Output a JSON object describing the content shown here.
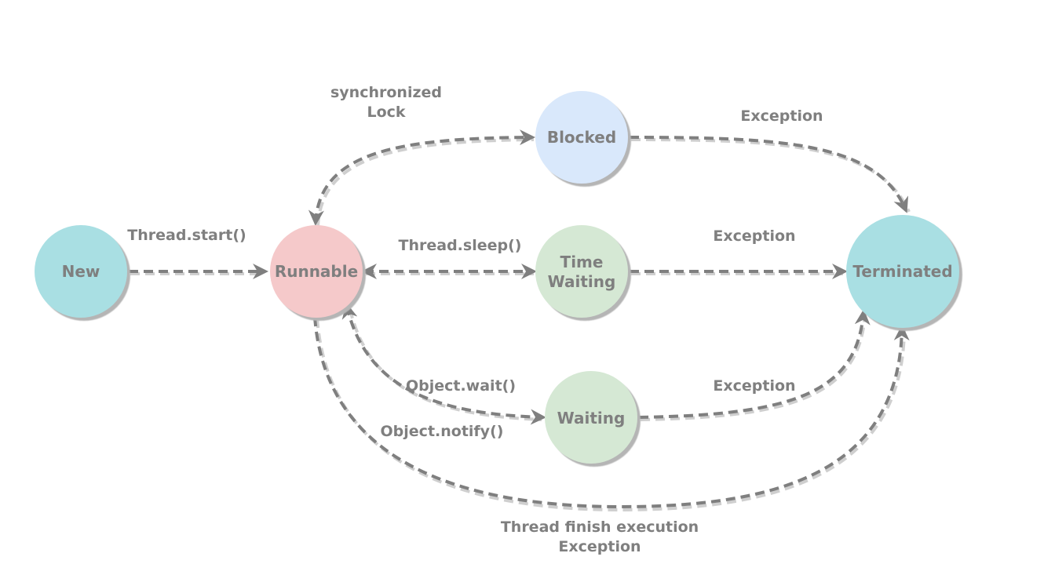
{
  "diagram": {
    "nodes": {
      "new": {
        "label": "New",
        "color": "#a9dfe3"
      },
      "runnable": {
        "label": "Runnable",
        "color": "#f5c9ca"
      },
      "blocked": {
        "label": "Blocked",
        "color": "#d9e8fb"
      },
      "time_waiting": {
        "label_line1": "Time",
        "label_line2": "Waiting",
        "color": "#d5e8d4"
      },
      "waiting": {
        "label": "Waiting",
        "color": "#d5e8d4"
      },
      "terminated": {
        "label": "Terminated",
        "color": "#a9dfe3"
      }
    },
    "edges": {
      "start": {
        "label": "Thread.start()"
      },
      "sync_line1": "synchronized",
      "sync_line2": "Lock",
      "sleep": {
        "label": "Thread.sleep()"
      },
      "blocked_exception": {
        "label": "Exception"
      },
      "time_waiting_exception": {
        "label": "Exception"
      },
      "waiting_exception": {
        "label": "Exception"
      },
      "wait": {
        "label": "Object.wait()"
      },
      "notify": {
        "label": "Object.notify()"
      },
      "finish_line1": "Thread finish execution",
      "finish_line2": "Exception"
    },
    "colors": {
      "edge": "#7f7f7f",
      "text": "#7f7f7f"
    }
  }
}
